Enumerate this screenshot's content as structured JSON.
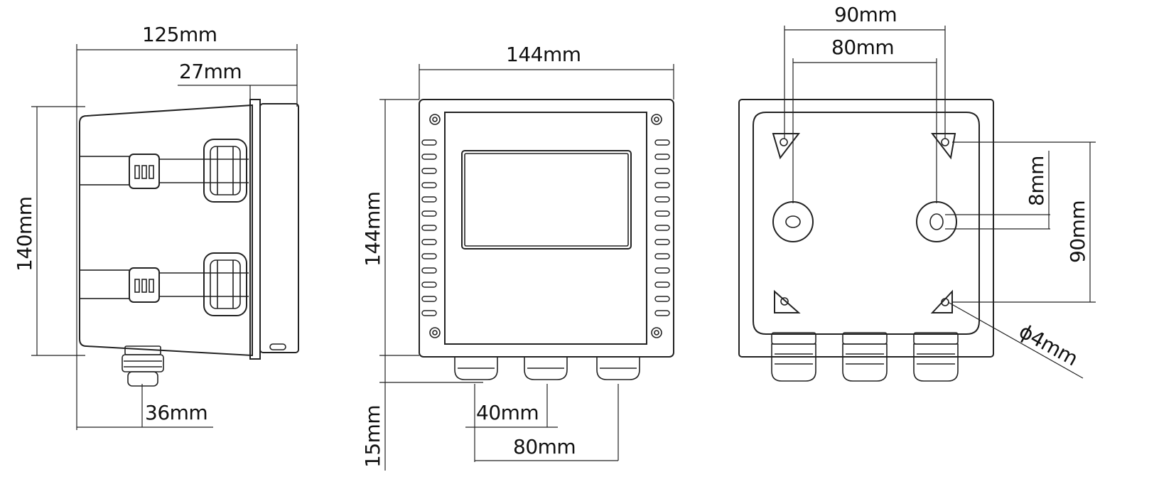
{
  "colors": {
    "line": "#222222",
    "background": "#ffffff"
  },
  "views": {
    "side": {
      "width_label": "125mm",
      "depth_label": "27mm",
      "height_label": "140mm",
      "gland_label": "36mm"
    },
    "front": {
      "width_label": "144mm",
      "height_label": "144mm",
      "gland_projection_label": "15mm",
      "gland_pitch_label": "40mm",
      "gland_span_label": "80mm"
    },
    "back": {
      "outer_width_label": "90mm",
      "inner_width_label": "80mm",
      "height_label": "90mm",
      "slot_label": "8mm",
      "hole_label": "ϕ4mm"
    }
  }
}
